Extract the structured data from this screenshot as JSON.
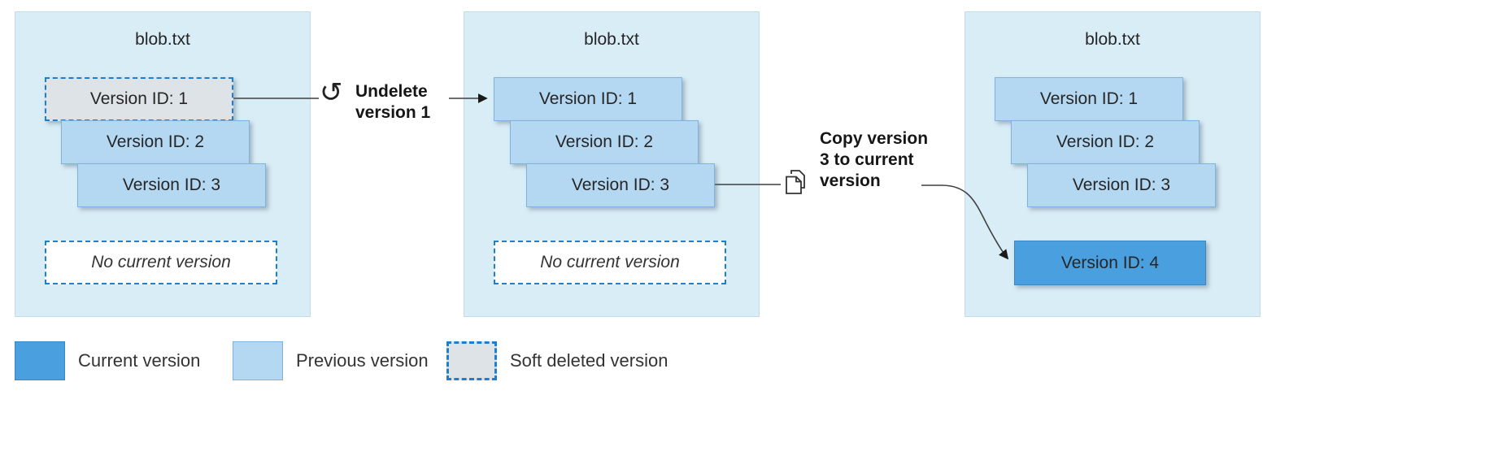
{
  "colors": {
    "panel-bg": "#d9edf7",
    "previous-bg": "#b5d8f2",
    "previous-border": "#7fb2dc",
    "current-bg": "#4a9fdf",
    "current-border": "#3987c4",
    "soft-deleted-bg": "#dee3e8",
    "dashed-border": "#1e7fd0"
  },
  "panels": [
    {
      "title": "blob.txt",
      "versions": [
        {
          "label": "Version ID: 1",
          "state": "soft-deleted"
        },
        {
          "label": "Version ID: 2",
          "state": "previous"
        },
        {
          "label": "Version ID: 3",
          "state": "previous"
        }
      ],
      "placeholder": "No current version"
    },
    {
      "title": "blob.txt",
      "versions": [
        {
          "label": "Version ID: 1",
          "state": "previous"
        },
        {
          "label": "Version ID: 2",
          "state": "previous"
        },
        {
          "label": "Version ID: 3",
          "state": "previous"
        }
      ],
      "placeholder": "No current version"
    },
    {
      "title": "blob.txt",
      "versions": [
        {
          "label": "Version ID: 1",
          "state": "previous"
        },
        {
          "label": "Version ID: 2",
          "state": "previous"
        },
        {
          "label": "Version ID: 3",
          "state": "previous"
        },
        {
          "label": "Version ID: 4",
          "state": "current"
        }
      ]
    }
  ],
  "actions": [
    {
      "label": "Undelete version 1",
      "icon": "undo-icon"
    },
    {
      "label": "Copy version 3 to current version",
      "icon": "copy-icon"
    }
  ],
  "icons": {
    "undo": {
      "name": "undo-icon",
      "glyph": "↺"
    }
  },
  "legend": [
    {
      "label": "Current version",
      "style": "current"
    },
    {
      "label": "Previous version",
      "style": "previous"
    },
    {
      "label": "Soft deleted version",
      "style": "soft-deleted"
    }
  ]
}
